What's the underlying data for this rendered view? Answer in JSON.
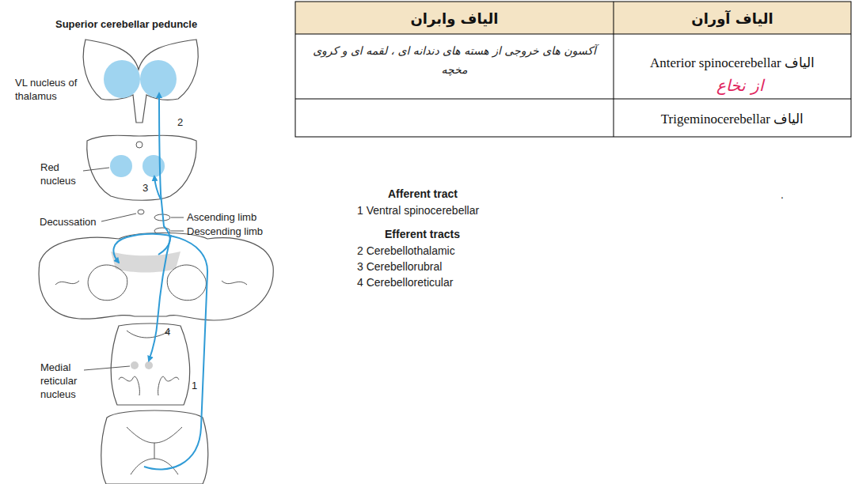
{
  "diagram": {
    "title": "Superior cerebellar peduncle",
    "labels": [
      "VL nucleus of thalamus",
      "2",
      "Red nucleus",
      "3",
      "Decussation",
      "Ascending limb",
      "Descending limb",
      "4",
      "Medial reticular nucleus",
      "1",
      "الیاف وابران",
      "الیاف آوران",
      "آکسون های خروجی از هسته های دندانه ای ، لقمه ای و کروی مخچه",
      "الیاف Anterior spinocerebellar",
      "از نخاع",
      "الیاف Trigeminocerebellar",
      "Afferent tract",
      "1 Ventral spinocerebellar",
      "Efferent tracts",
      "2 Cerebellothalamic",
      "3 Cerebellorubral",
      "4 Cerebelloreticular",
      "."
    ]
  }
}
